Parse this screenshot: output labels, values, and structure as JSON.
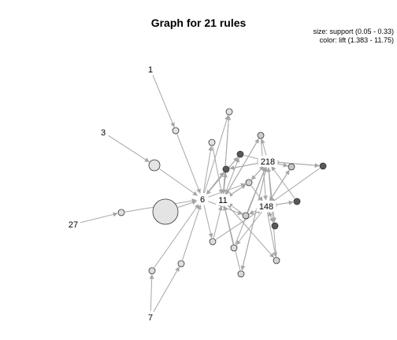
{
  "title": "Graph for 21 rules",
  "legend": {
    "size": "size: support (0.05 - 0.33)",
    "color": "color: lift (1.383 - 11.75)"
  },
  "colors": {
    "edge": "#a6a6a6",
    "node_stroke": "#333333",
    "label": "#000000"
  },
  "item_labels": [
    "1",
    "3",
    "27",
    "7",
    "6",
    "11",
    "218",
    "148"
  ],
  "rule_nodes": [
    {
      "support": 0.33,
      "lift": 1.383
    },
    {
      "support": 0.12,
      "lift": 1.4
    },
    {
      "support": 0.05,
      "lift": 1.5
    },
    {
      "support": 0.05,
      "lift": 1.6
    },
    {
      "support": 0.05,
      "lift": 1.6
    },
    {
      "support": 0.05,
      "lift": 1.7
    },
    {
      "support": 0.05,
      "lift": 1.8
    },
    {
      "support": 0.05,
      "lift": 1.8
    },
    {
      "support": 0.05,
      "lift": 2.0
    },
    {
      "support": 0.05,
      "lift": 2.1
    },
    {
      "support": 0.05,
      "lift": 2.3
    },
    {
      "support": 0.05,
      "lift": 2.5
    },
    {
      "support": 0.05,
      "lift": 2.8
    },
    {
      "support": 0.05,
      "lift": 3.0
    },
    {
      "support": 0.05,
      "lift": 3.2
    },
    {
      "support": 0.05,
      "lift": 3.5
    },
    {
      "support": 0.05,
      "lift": 11.75
    },
    {
      "support": 0.05,
      "lift": 11.75
    },
    {
      "support": 0.05,
      "lift": 11.75
    },
    {
      "support": 0.05,
      "lift": 11.75
    },
    {
      "support": 0.05,
      "lift": 11.75
    }
  ]
}
